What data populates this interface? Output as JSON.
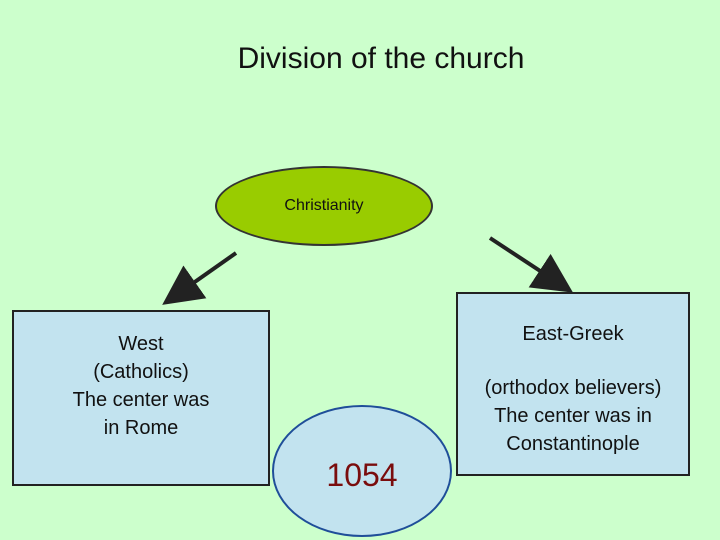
{
  "title": "Division of the church",
  "center": {
    "label": "Christianity"
  },
  "west": {
    "lines": [
      "West",
      "(Catholics)",
      "The center was",
      "in Rome"
    ]
  },
  "east": {
    "title": "East-Greek",
    "lines": [
      "(orthodox believers)",
      "The center was in",
      "Constantinople"
    ]
  },
  "year": "1054",
  "colors": {
    "background": "#ccffcc",
    "center_fill": "#99cc00",
    "box_fill": "#c2e3ef",
    "year_text": "#7a0d0d"
  }
}
